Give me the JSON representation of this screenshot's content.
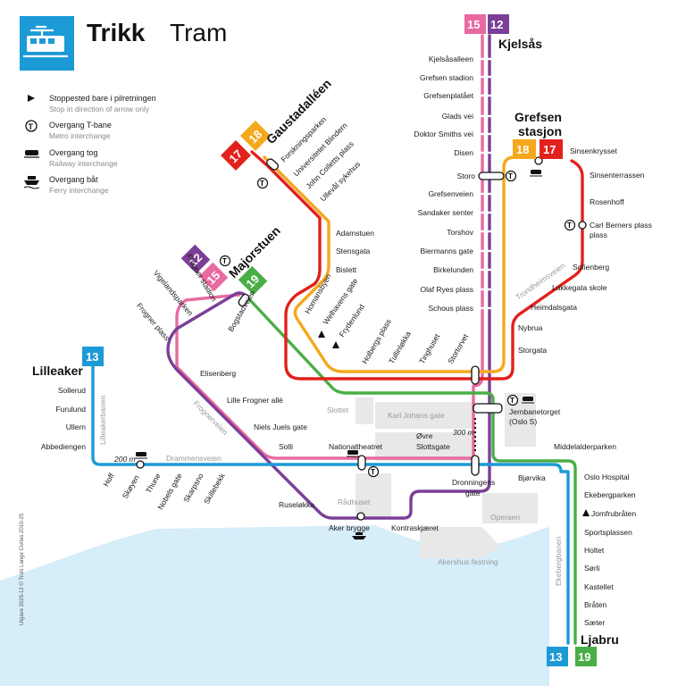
{
  "header": {
    "title": "Trikk",
    "subtitle": "Tram",
    "logo": "tram-icon"
  },
  "colors": {
    "line13": "#1b9ad6",
    "line19": "#4aae46",
    "line12": "#7b3f98",
    "line15": "#e86aa0",
    "line17": "#e2211c",
    "line18": "#f5a81c",
    "water": "#d6edfa",
    "land_gray": "#e6e6e6",
    "header_blue": "#1b9ad6"
  },
  "legend": [
    {
      "icon": "arrow-icon",
      "label": "Stoppested bare i pilretningen",
      "sub": "Stop in direction of arrow only"
    },
    {
      "icon": "metro-t-icon",
      "label": "Overgang T-bane",
      "sub": "Metro interchange"
    },
    {
      "icon": "train-icon",
      "label": "Overgang tog",
      "sub": "Railway interchange"
    },
    {
      "icon": "ferry-icon",
      "label": "Overgang båt",
      "sub": "Ferry interchange"
    }
  ],
  "terminals": {
    "kjelsas": "Kjelsås",
    "grefsen": [
      "Grefsen",
      "stasjon"
    ],
    "gaustad": "Gaustadalléen",
    "majorstuen": "Majorstuen",
    "lilleaker": "Lilleaker",
    "ljabru": "Ljabru"
  },
  "badges": {
    "kjelsas": [
      "15",
      "12"
    ],
    "grefsen": [
      "18",
      "17"
    ],
    "gaustad": [
      "17",
      "18"
    ],
    "majorstuen": [
      "12",
      "15",
      "19"
    ],
    "lilleaker": [
      "13"
    ],
    "ljabru": [
      "13",
      "19"
    ]
  },
  "stops": {
    "kjelsas_line": [
      "Kjelsåsalleen",
      "Grefsen stadion",
      "Grefsenplatået",
      "Glads vei",
      "Doktor Smiths vei",
      "Disen",
      "Storo",
      "Grefsenveien",
      "Sandaker senter",
      "Torshov",
      "Biermanns gate",
      "Birkelunden",
      "Olaf Ryes plass",
      "Schous plass"
    ],
    "grefsen_line": [
      "Sinsenkrysset",
      "Sinsenterrassen",
      "Rosenhoff",
      "Carl Berners plass",
      "Sofienberg",
      "Lakkegata skole",
      "Heimdalsgata",
      "Nybrua",
      "Storgata"
    ],
    "gaustad_line": [
      "Forskningsparken",
      "Universitetet Blindern",
      "John Colletts plass",
      "Ullevål sykehus"
    ],
    "adamstuen_line": [
      "Adamstuen",
      "Stensgata",
      "Bislett"
    ],
    "diagonal": [
      "Homansbyen",
      "Welhavens gate",
      "Frydenlund"
    ],
    "thorvald": [
      "Holbergs plass",
      "Tullinløkka",
      "Tinghuset",
      "Stortorvet"
    ],
    "majorstuen_fan": [
      "Frogner stadion",
      "Vigelandsparken",
      "Frogner plass",
      "Bogstadveien"
    ],
    "frogner": [
      "Elisenberg",
      "Lille Frogner allé",
      "Niels Juels gate",
      "Solli"
    ],
    "lilleaker_line": [
      "Sollerud",
      "Furulund",
      "Ullern",
      "Abbediengen"
    ],
    "bottom_west": [
      "Hoff",
      "Skøyen",
      "Thune",
      "Nobels gate",
      "Skarpsno",
      "Skillebekk"
    ],
    "center": [
      "Nationaltheatret",
      "Øvre Slottsgate",
      "Rådhuset",
      "Aker brygge",
      "Ruseløkka",
      "Kontraskjæret",
      "Dronningens gate",
      "Jernbanetorget",
      "(Oslo S)",
      "Bjørvika",
      "Middelalderparken"
    ],
    "ljabru_line": [
      "Oslo Hospital",
      "Ekebergparken",
      "Jomfrubråten",
      "Sportsplassen",
      "Holtet",
      "Sørli",
      "Kastellet",
      "Bråten",
      "Sæter"
    ]
  },
  "street_labels": [
    "Trondheimsveien",
    "Frognerveien",
    "Drammensveien",
    "Lilleakerbanen",
    "Ekebergbanen",
    "Karl Johans gate",
    "Slottet",
    "Operaen",
    "Akershus festning"
  ],
  "distances": [
    "200 m",
    "300 m"
  ],
  "footer": "Utgave 2025-12 © Truls Lange Civitas 2010-25"
}
